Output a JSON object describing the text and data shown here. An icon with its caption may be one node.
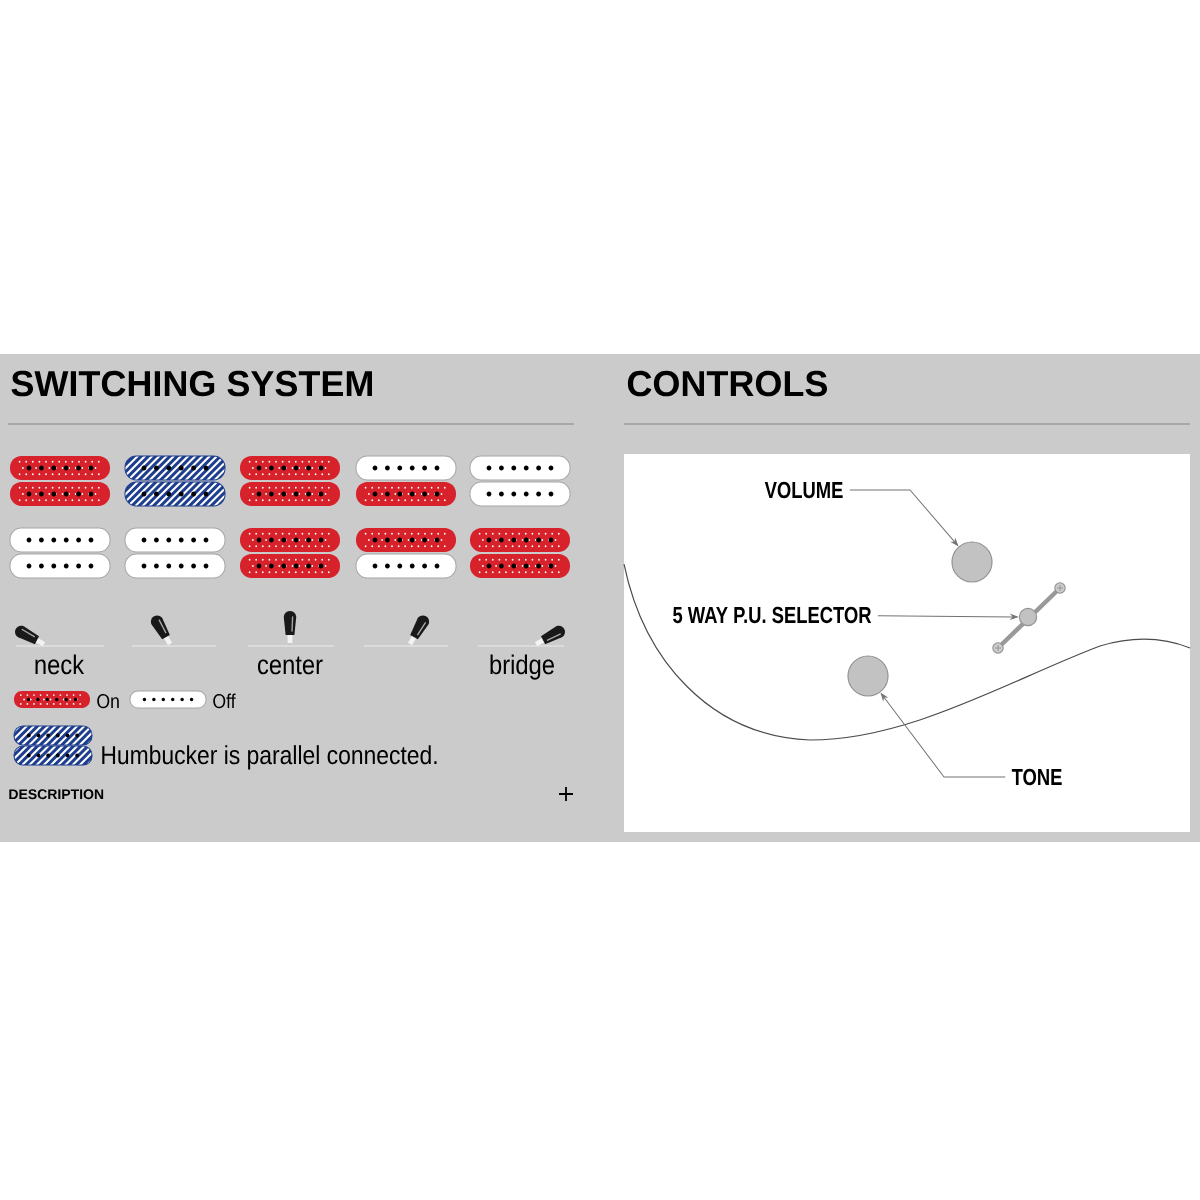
{
  "diagram": {
    "nodes": [
      {
        "text": [
          "VOLUME"
        ]
      },
      {
        "text": [],
        "shape": "circle"
      },
      {
        "text": [
          "5 WAY P.U. SELECTOR"
        ]
      },
      {
        "text": [],
        "shape": "circle"
      },
      {
        "text": [],
        "shape": "circle"
      },
      {
        "text": [
          "TONE"
        ]
      }
    ],
    "edges": [
      {
        "from": 0,
        "to": 1,
        "arrow": "to"
      },
      {
        "from": 2,
        "to": 3,
        "arrow": "to"
      },
      {
        "from": 5,
        "to": 4,
        "arrow": "to"
      }
    ],
    "labels": [
      "SWITCHING SYSTEM",
      "CONTROLS",
      "neck",
      "center",
      "bridge",
      "DESCRIPTION"
    ],
    "legend": [
      {
        "text": "On",
        "color": "#d7222b"
      },
      {
        "text": "Off",
        "color": "#ffffff"
      },
      {
        "text": "Humbucker is parallel connected.",
        "color": "#1d3d8e"
      }
    ]
  }
}
